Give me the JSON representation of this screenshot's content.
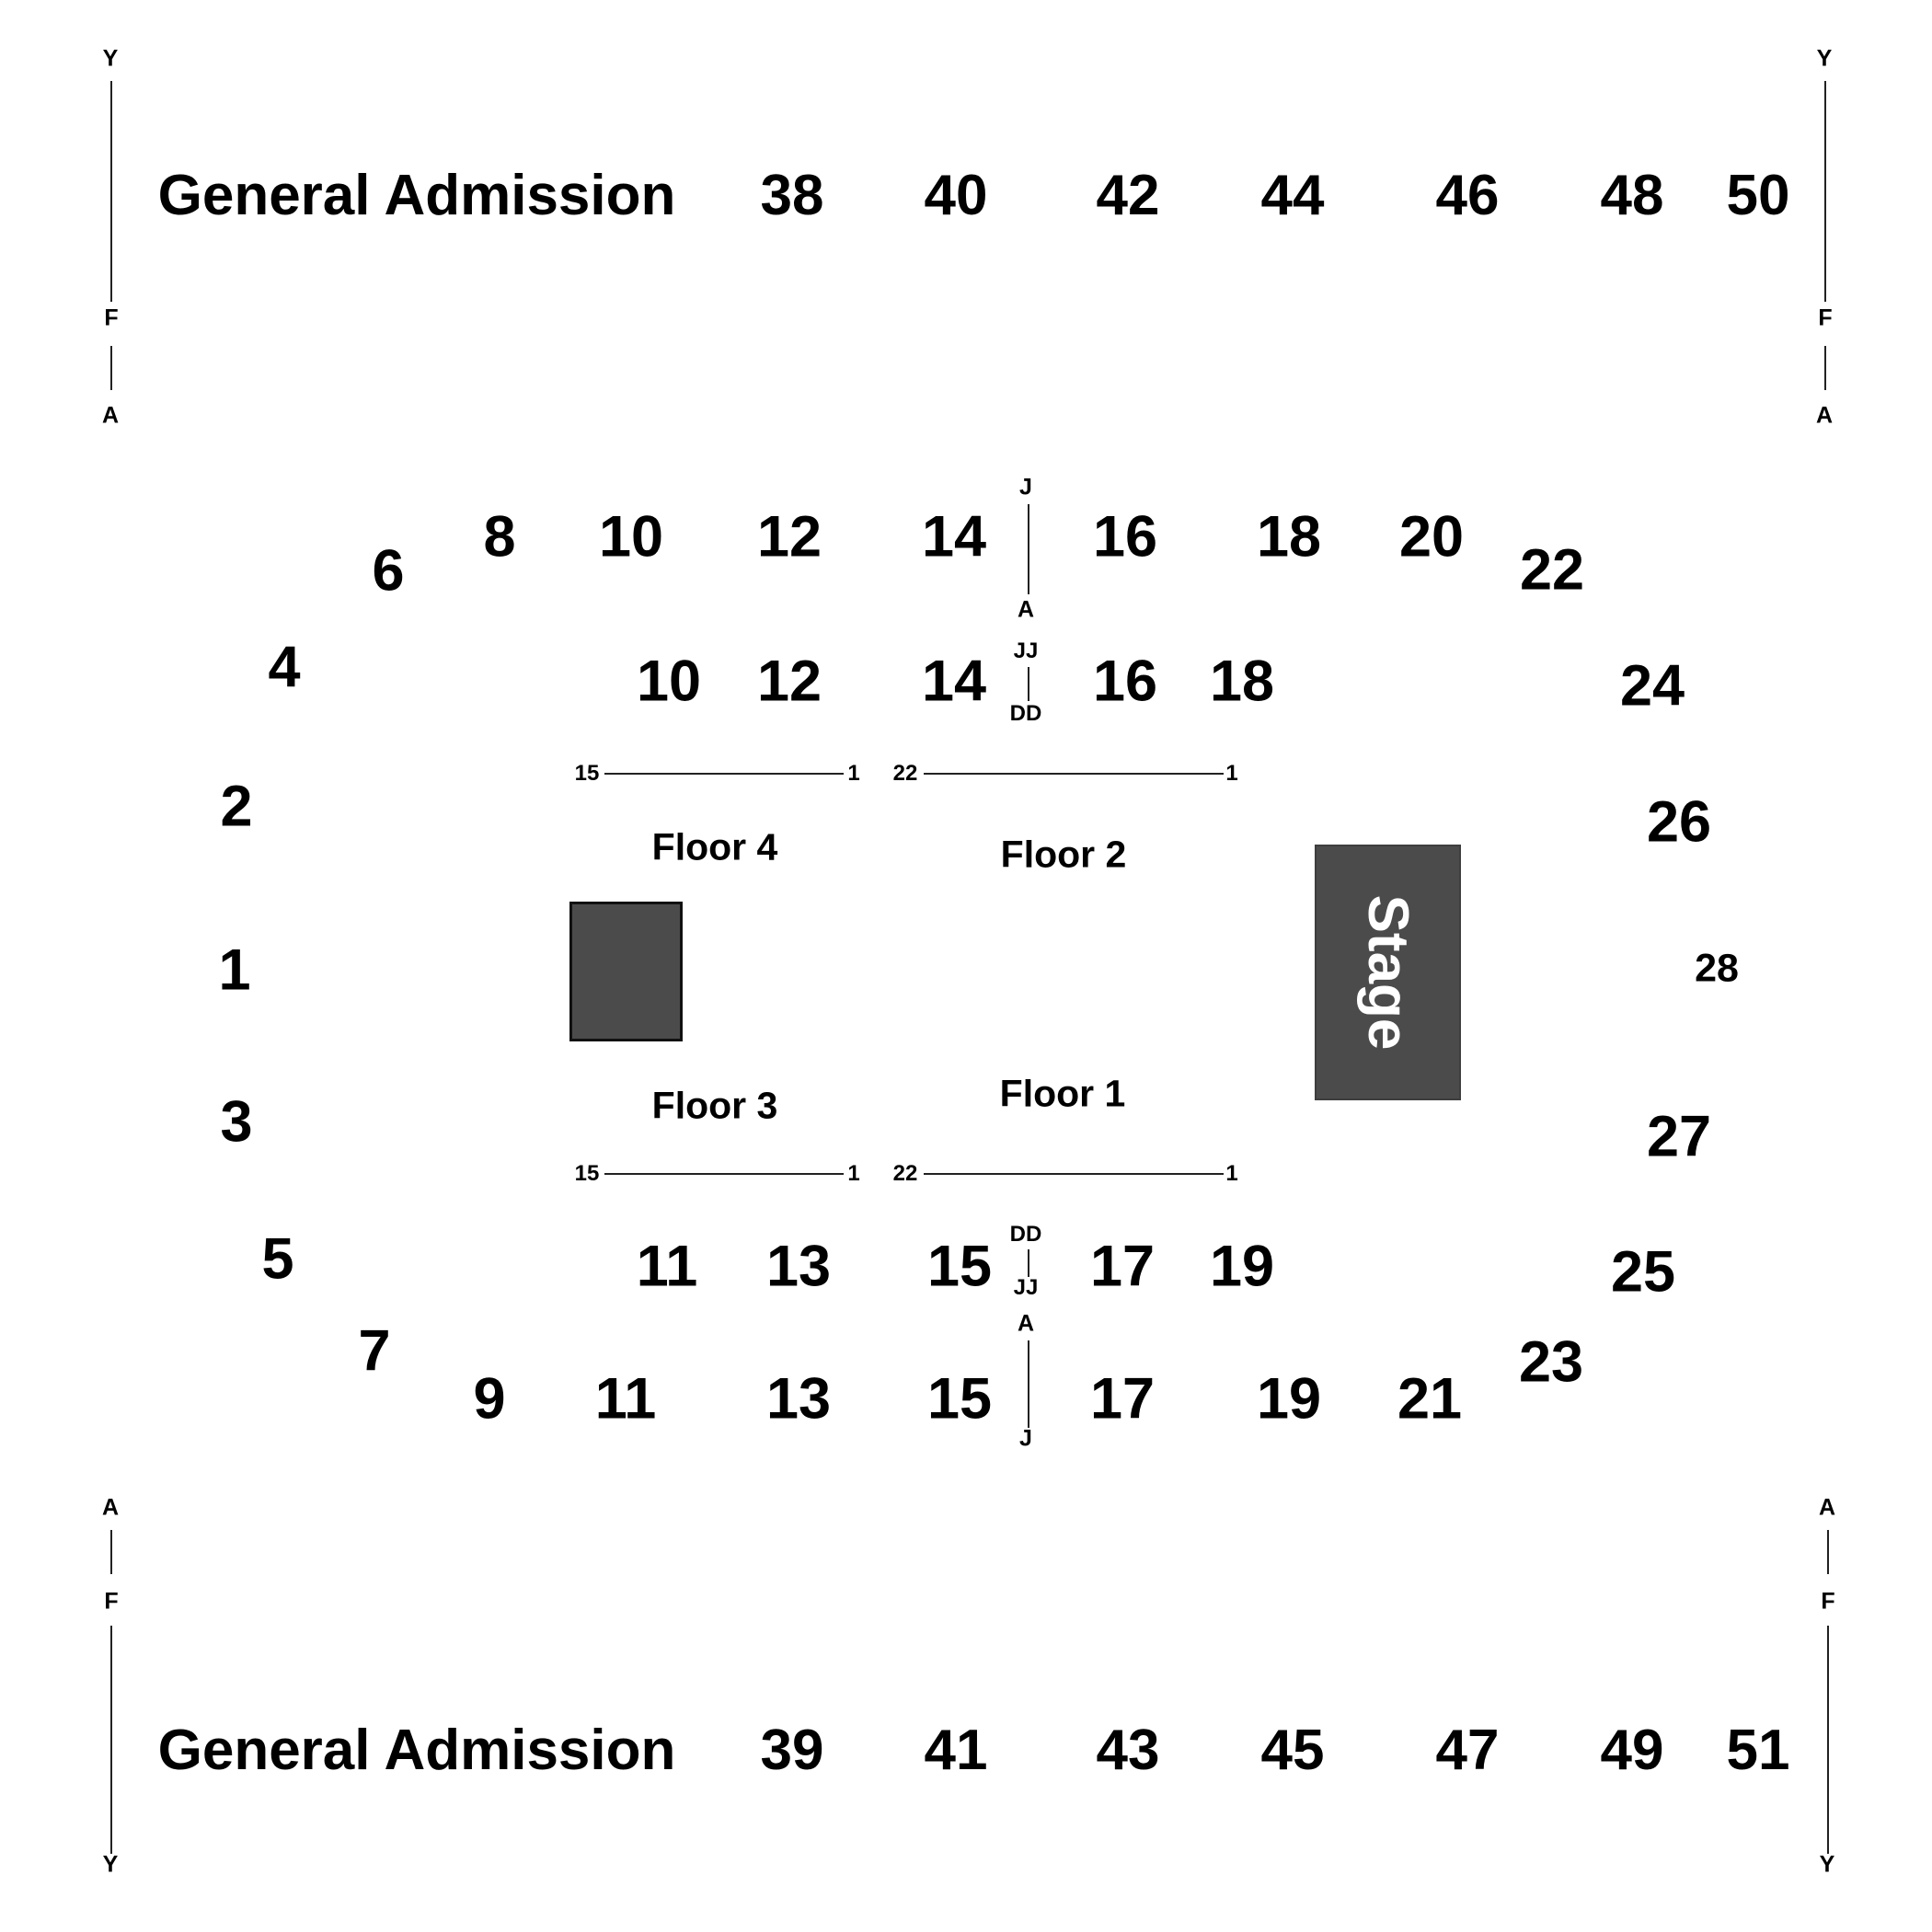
{
  "general_admission": {
    "top_label": "General Admission",
    "bottom_label": "General Admission",
    "top_sections": [
      "38",
      "40",
      "42",
      "44",
      "46",
      "48",
      "50"
    ],
    "bottom_sections": [
      "39",
      "41",
      "43",
      "45",
      "47",
      "49",
      "51"
    ]
  },
  "row_markers": {
    "top_left": [
      "Y",
      "F",
      "A"
    ],
    "top_right": [
      "Y",
      "F",
      "A"
    ],
    "bottom_left": [
      "A",
      "F",
      "Y"
    ],
    "bottom_right": [
      "A",
      "F",
      "Y"
    ]
  },
  "upper_ring": {
    "top": [
      "6",
      "8",
      "10",
      "12",
      "14",
      "16",
      "18",
      "20",
      "22"
    ],
    "bottom": [
      "7",
      "9",
      "11",
      "13",
      "15",
      "17",
      "19",
      "21",
      "23"
    ],
    "left": [
      "4",
      "2",
      "1",
      "3",
      "5"
    ],
    "right": [
      "24",
      "26",
      "28",
      "27",
      "25"
    ]
  },
  "lower_ring": {
    "top": [
      "10",
      "12",
      "14",
      "16",
      "18"
    ],
    "bottom": [
      "11",
      "13",
      "15",
      "17",
      "19"
    ]
  },
  "aisle_markers": {
    "top_upper": [
      "J",
      "A"
    ],
    "top_lower": [
      "JJ",
      "DD"
    ],
    "bottom_lower": [
      "DD",
      "JJ"
    ],
    "bottom_upper": [
      "A",
      "J"
    ]
  },
  "floors": {
    "floor4": "Floor 4",
    "floor2": "Floor 2",
    "floor3": "Floor 3",
    "floor1": "Floor 1"
  },
  "floor_seat_ranges": {
    "top_left": [
      "15",
      "1"
    ],
    "top_right": [
      "22",
      "1"
    ],
    "bottom_left": [
      "15",
      "1"
    ],
    "bottom_right": [
      "22",
      "1"
    ]
  },
  "stage": {
    "label": "Stage"
  },
  "colors": {
    "block_fill": "#4b4b4b",
    "text": "#000000",
    "stage_text": "#ffffff"
  }
}
